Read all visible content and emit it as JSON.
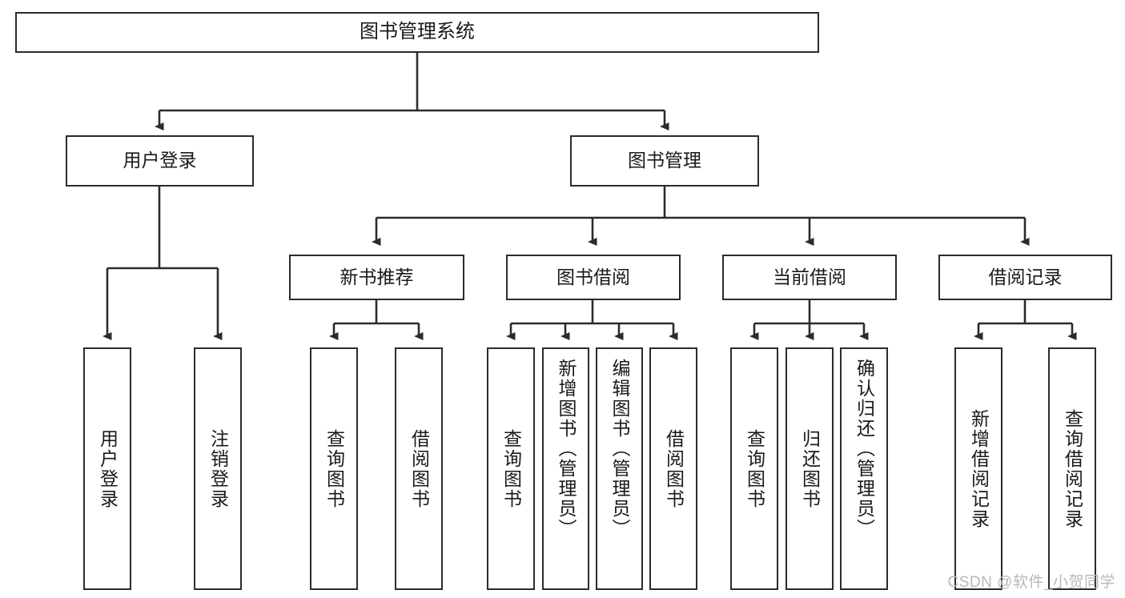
{
  "diagram": {
    "type": "tree-hierarchy",
    "root": {
      "id": "root",
      "label": "图书管理系统"
    },
    "level1": [
      {
        "id": "user-login",
        "label": "用户登录"
      },
      {
        "id": "book-manage",
        "label": "图书管理"
      }
    ],
    "level2": [
      {
        "id": "new-book-recommend",
        "label": "新书推荐",
        "parent": "book-manage"
      },
      {
        "id": "book-borrow",
        "label": "图书借阅",
        "parent": "book-manage"
      },
      {
        "id": "current-borrow",
        "label": "当前借阅",
        "parent": "book-manage"
      },
      {
        "id": "borrow-record",
        "label": "借阅记录",
        "parent": "book-manage"
      }
    ],
    "leaves": [
      {
        "id": "leaf-user-login",
        "label": "用户登录",
        "parent": "user-login"
      },
      {
        "id": "leaf-logout-login",
        "label": "注销登录",
        "parent": "user-login"
      },
      {
        "id": "leaf-query-book-1",
        "label": "查询图书",
        "parent": "new-book-recommend"
      },
      {
        "id": "leaf-borrow-book-1",
        "label": "借阅图书",
        "parent": "new-book-recommend"
      },
      {
        "id": "leaf-query-book-2",
        "label": "查询图书",
        "parent": "book-borrow"
      },
      {
        "id": "leaf-add-book",
        "label": "新增图书（管理员）",
        "parent": "book-borrow"
      },
      {
        "id": "leaf-edit-book",
        "label": "编辑图书（管理员）",
        "parent": "book-borrow"
      },
      {
        "id": "leaf-borrow-book-2",
        "label": "借阅图书",
        "parent": "book-borrow"
      },
      {
        "id": "leaf-query-book-3",
        "label": "查询图书",
        "parent": "current-borrow"
      },
      {
        "id": "leaf-return-book",
        "label": "归还图书",
        "parent": "current-borrow"
      },
      {
        "id": "leaf-confirm-return",
        "label": "确认归还（管理员）",
        "parent": "current-borrow"
      },
      {
        "id": "leaf-add-borrow-record",
        "label": "新增借阅记录",
        "parent": "borrow-record"
      },
      {
        "id": "leaf-query-borrow-record",
        "label": "查询借阅记录",
        "parent": "borrow-record"
      }
    ]
  },
  "watermark": {
    "text": "CSDN @软件_小贺同学"
  },
  "colors": {
    "border": "#2b2b2b",
    "background": "#ffffff",
    "text": "#1a1a1a",
    "watermark": "#b8b8b8"
  }
}
